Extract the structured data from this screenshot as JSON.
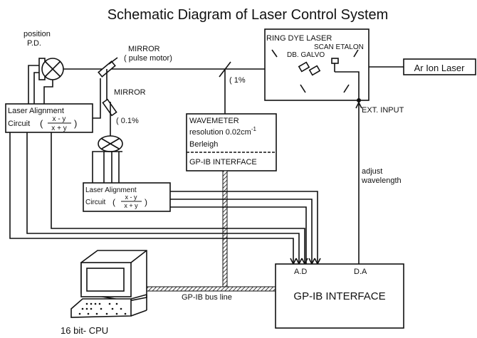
{
  "title": "Schematic Diagram of Laser Control System",
  "labels": {
    "position_pd_1": "position",
    "position_pd_2": "P.D.",
    "mirror_motor_1": "MIRROR",
    "mirror_motor_2": "( pulse motor)",
    "mirror": "MIRROR",
    "pct_1": "1%",
    "pct_01": "0.1%",
    "ext_input": "EXT. INPUT",
    "adjust_1": "adjust",
    "adjust_2": "wavelength",
    "gpib_bus": "GP-IB bus line",
    "cpu": "16 bit- CPU"
  },
  "ring_dye_laser": {
    "title": "RING DYE LASER",
    "scan_etalon": "SCAN ETALON",
    "db_galvo": "DB. GALVO"
  },
  "ar_ion_laser": "Ar Ion Laser",
  "laser_alignment_top": {
    "line1": "Laser Alignment",
    "circuit": "Circuit",
    "num": "x - y",
    "den": "x + y"
  },
  "laser_alignment_bottom": {
    "line1": "Laser  Alignment",
    "circuit": "Circuit",
    "num": "x - y",
    "den": "x + y"
  },
  "wavemeter": {
    "title": "WAVEMETER",
    "resolution": "resolution  0.02cm",
    "superscript": "-1",
    "maker": "Berleigh",
    "interface": "GP-IB INTERFACE"
  },
  "gpib_interface_main": {
    "ad": "A.D",
    "da": "D.A",
    "title": "GP-IB INTERFACE"
  }
}
